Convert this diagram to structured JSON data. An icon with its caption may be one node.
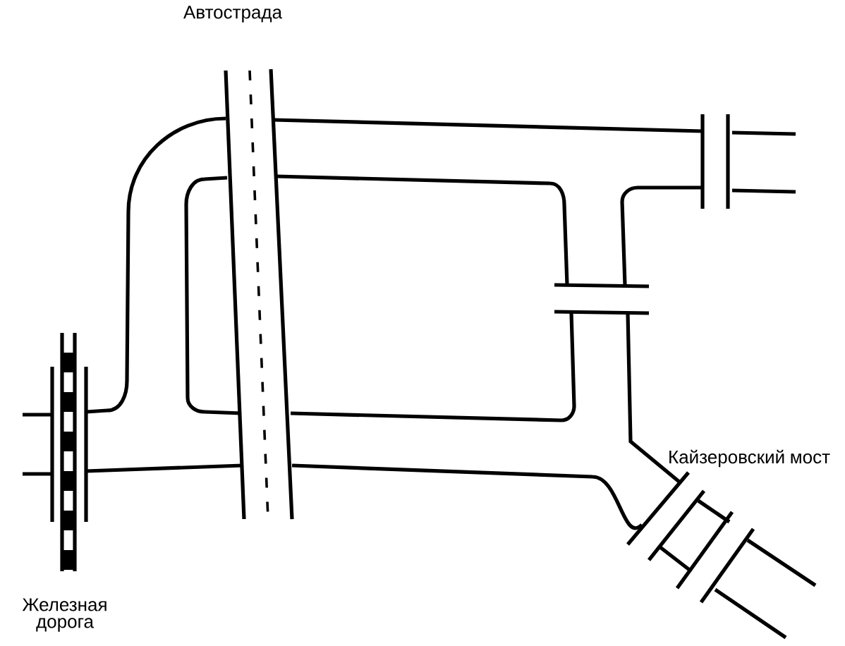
{
  "diagram": {
    "labels": [
      "Автострада",
      "Кайзеровский мост",
      "Железная дорога"
    ]
  }
}
